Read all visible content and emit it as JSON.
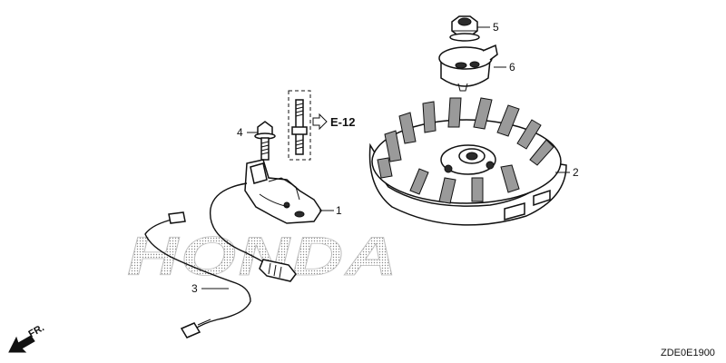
{
  "watermark": "HONDA",
  "callouts": {
    "flywheel_coil": "1",
    "flywheel": "2",
    "stop_wire": "3",
    "bolt": "4",
    "nut": "5",
    "starter_pulley": "6"
  },
  "reference": "E-12",
  "direction": "FR.",
  "diagram_code": "ZDE0E1900",
  "icons": [
    "arrow-right-outline-icon",
    "arrow-front-icon"
  ]
}
